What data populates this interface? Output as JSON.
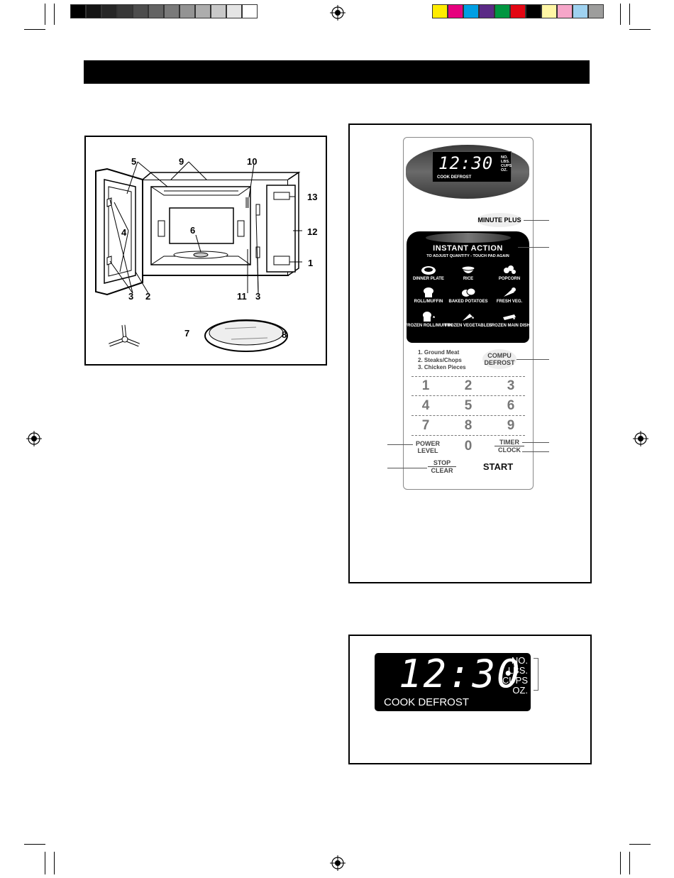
{
  "control_panel": {
    "display": {
      "time": "12:30",
      "modes": "COOK DEFROST",
      "units": [
        "NO.",
        "LBS.",
        "CUPS",
        "OZ."
      ]
    },
    "minute_plus": "MINUTE PLUS",
    "instant_action": {
      "title": "INSTANT ACTION",
      "subtitle": "TO ADJUST QUANTITY - TOUCH PAD AGAIN",
      "foods": [
        "DINNER PLATE",
        "RICE",
        "POPCORN",
        "ROLL/MUFFIN",
        "BAKED POTATOES",
        "FRESH VEG.",
        "FROZEN ROLL/MUFFIN",
        "FROZEN VEGETABLES",
        "FROZEN MAIN DISH"
      ]
    },
    "defrost_list": [
      "1. Ground Meat",
      "2. Steaks/Chops",
      "3. Chicken Pieces"
    ],
    "compu_defrost": {
      "line1": "COMPU",
      "line2": "DEFROST"
    },
    "digits": [
      "1",
      "2",
      "3",
      "4",
      "5",
      "6",
      "7",
      "8",
      "9",
      "0"
    ],
    "power_level": {
      "line1": "POWER",
      "line2": "LEVEL"
    },
    "timer": "TIMER",
    "clock": "CLOCK",
    "stop": "STOP",
    "clear": "CLEAR",
    "start": "START"
  },
  "oven_callouts": [
    "5",
    "9",
    "10",
    "13",
    "4",
    "12",
    "6",
    "1",
    "3",
    "2",
    "11",
    "3",
    "7",
    "8"
  ],
  "large_display": {
    "time": "12:30",
    "modes": "COOK DEFROST",
    "units": [
      "NO.",
      "LBS.",
      "CUPS",
      "OZ."
    ]
  },
  "colors": {
    "gray_swatches": [
      "#000000",
      "#141414",
      "#262626",
      "#383838",
      "#4d4d4d",
      "#636363",
      "#7a7a7a",
      "#939393",
      "#adadad",
      "#c8c8c8",
      "#e4e4e4",
      "#ffffff"
    ],
    "color_swatches": [
      "#ffec00",
      "#e6007e",
      "#009fe3",
      "#5b2a86",
      "#009640",
      "#e30613",
      "#000000",
      "#fff6a5",
      "#f6a6c9",
      "#9fd2f0",
      "#9d9d9c"
    ]
  }
}
